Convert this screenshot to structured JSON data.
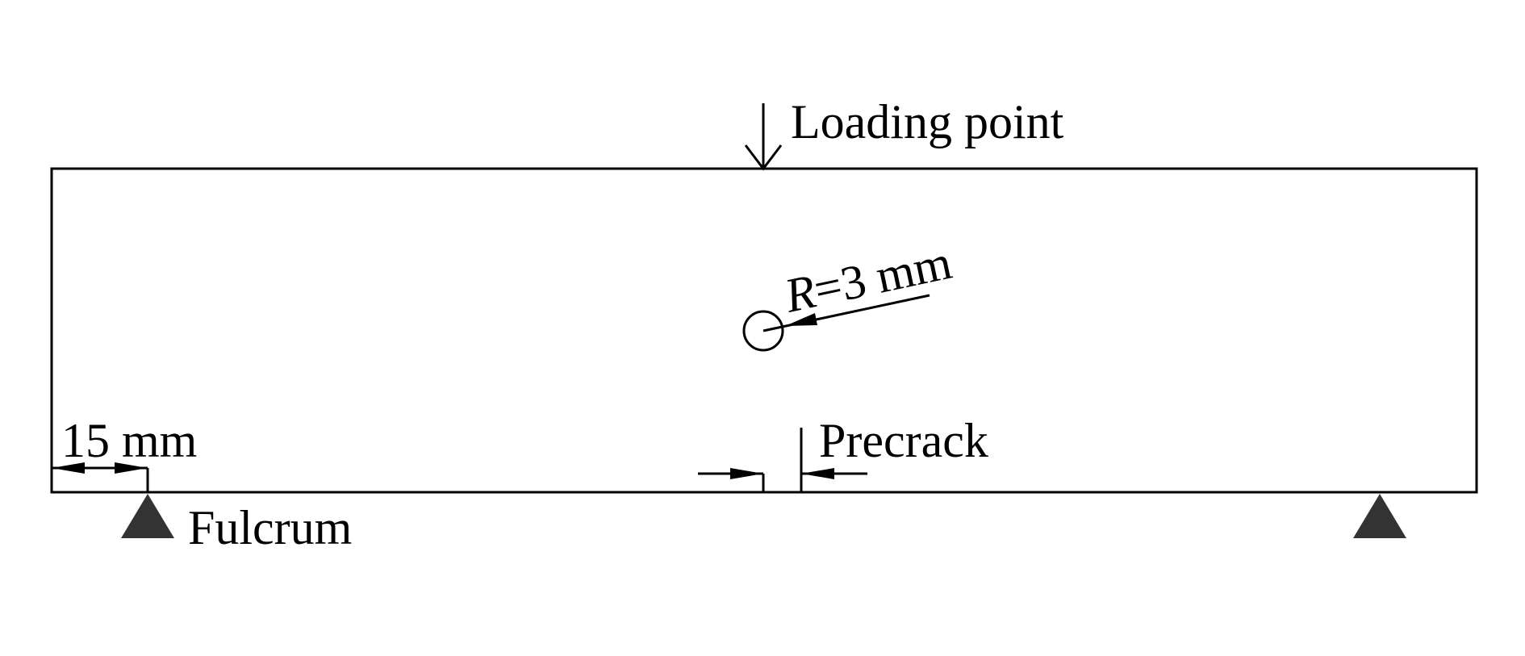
{
  "diagram": {
    "labels": {
      "loading_point": "Loading point",
      "radius_symbol": "R",
      "radius_value": "=3 mm",
      "fulcrum": "Fulcrum",
      "precrack": "Precrack",
      "support_offset": "15 mm"
    }
  }
}
